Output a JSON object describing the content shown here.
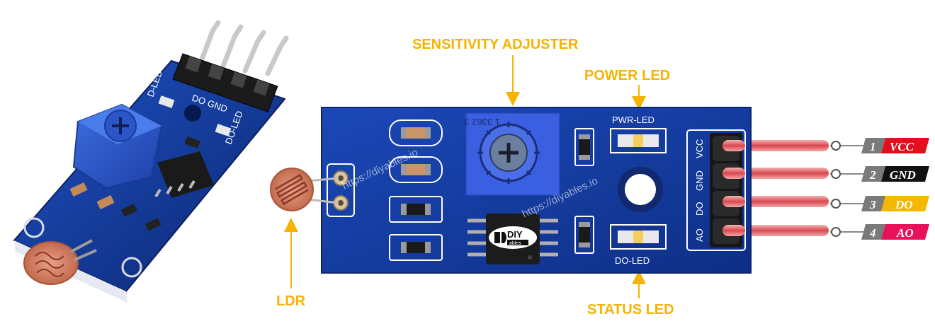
{
  "callouts": {
    "sensitivity_adjuster": "SENSITIVITY ADJUSTER",
    "power_led": "POWER LED",
    "status_led": "STATUS LED",
    "ldr": "LDR"
  },
  "board": {
    "pwr_led_label": "PWR-LED",
    "do_led_label": "DO-LED",
    "pot_marking": "1 3362 3",
    "chip_logo": "DIY",
    "chip_logo_sub": "ables",
    "watermark": "https://diyables.io"
  },
  "pins": [
    {
      "number": "1",
      "name": "VCC",
      "silk": "VCC",
      "color": "#e0101e",
      "text_color": "#ffffff"
    },
    {
      "number": "2",
      "name": "GND",
      "silk": "GND",
      "color": "#111111",
      "text_color": "#ffffff"
    },
    {
      "number": "3",
      "name": "DO",
      "silk": "DO",
      "color": "#f5b800",
      "text_color": "#ffffff"
    },
    {
      "number": "4",
      "name": "AO",
      "silk": "AO",
      "color": "#e8115b",
      "text_color": "#ffffff"
    }
  ],
  "photo_silk": {
    "dled": "D-LED",
    "do_gnd": "DO GND",
    "do_led": "DO-LED"
  },
  "colors": {
    "callout": "#f4b400",
    "pcb": "#123a9c",
    "pin_number_bg": "#7a7a7a"
  }
}
